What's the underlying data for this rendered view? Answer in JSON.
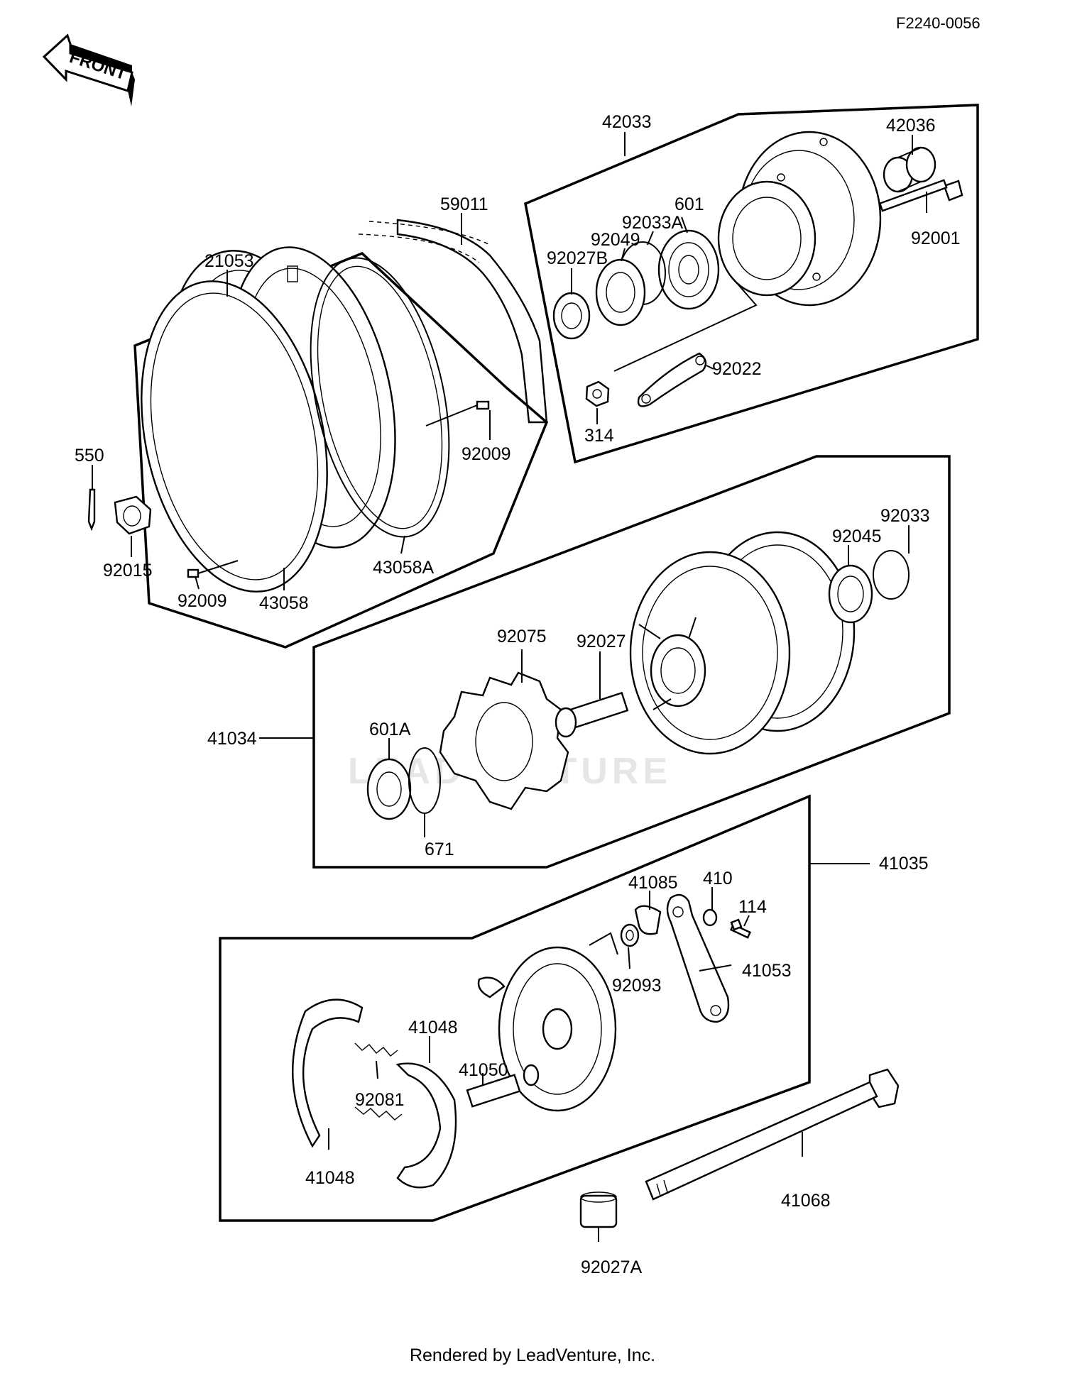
{
  "diagram_code": "F2240-0056",
  "front_label": "FRONT",
  "watermark": "LEADVENTURE",
  "footer": "Rendered by LeadVenture, Inc.",
  "parts": {
    "p42033": "42033",
    "p42036": "42036",
    "p59011": "59011",
    "p601": "601",
    "p92033A": "92033A",
    "p92049": "92049",
    "p92027B": "92027B",
    "p92001": "92001",
    "p21053": "21053",
    "p92022": "92022",
    "p314": "314",
    "p92009a": "92009",
    "p550": "550",
    "p92015": "92015",
    "p92009b": "92009",
    "p43058": "43058",
    "p43058A": "43058A",
    "p92033": "92033",
    "p92045": "92045",
    "p92075": "92075",
    "p92027": "92027",
    "p601A": "601A",
    "p41034": "41034",
    "p671": "671",
    "p41035": "41035",
    "p41085": "41085",
    "p410": "410",
    "p114": "114",
    "p41053": "41053",
    "p92093": "92093",
    "p41048a": "41048",
    "p41050": "41050",
    "p92081": "92081",
    "p41048b": "41048",
    "p41068": "41068",
    "p92027A": "92027A"
  }
}
